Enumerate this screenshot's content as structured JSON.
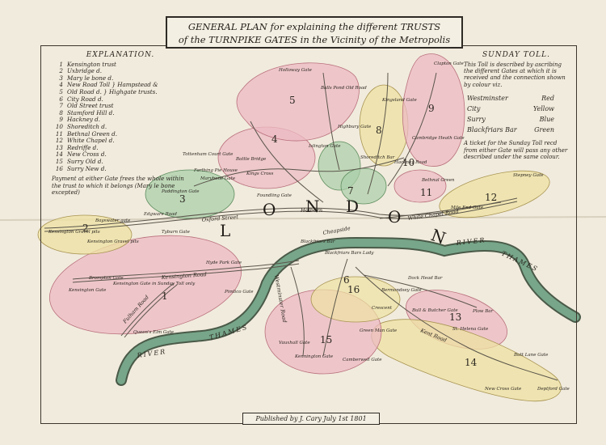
{
  "title": {
    "line1": "GENERAL PLAN for explaining the different TRUSTS",
    "line2": "of the TURNPIKE GATES in the Vicinity of the Metropolis"
  },
  "explanation": {
    "heading": "EXPLANATION.",
    "trusts": [
      {
        "num": "1",
        "name": "Kensington trust"
      },
      {
        "num": "2",
        "name": "Uxbridge d."
      },
      {
        "num": "3",
        "name": "Mary le bone d."
      },
      {
        "num": "4",
        "name": "New Road Toll } Hampstead &"
      },
      {
        "num": "5",
        "name": "Old Road d.     } Highgate trusts."
      },
      {
        "num": "6",
        "name": "City Road d."
      },
      {
        "num": "7",
        "name": "Old Street trust"
      },
      {
        "num": "8",
        "name": "Stamford Hill d."
      },
      {
        "num": "9",
        "name": "Hackney d."
      },
      {
        "num": "10",
        "name": "Shoreditch d."
      },
      {
        "num": "11",
        "name": "Bethnal Green d."
      },
      {
        "num": "12",
        "name": "White Chapel d."
      },
      {
        "num": "13",
        "name": "Redriffe d."
      },
      {
        "num": "14",
        "name": "New Cross d."
      },
      {
        "num": "15",
        "name": "Surry Old d."
      },
      {
        "num": "16",
        "name": "Surry New d."
      }
    ],
    "note": "Payment at either Gate frees the whole within the trust to which it belongs (Mary le bone excepted)"
  },
  "sunday_toll": {
    "heading": "SUNDAY TOLL.",
    "intro": "This Toll is described by ascribing the different Gates at which it is received and the connection shown by colour viz.",
    "colors": [
      {
        "district": "Westminster",
        "color": "Red"
      },
      {
        "district": "City",
        "color": "Yellow"
      },
      {
        "district": "Surry",
        "color": "Blue"
      },
      {
        "district": "Blackfriars Bar",
        "color": "Green"
      }
    ],
    "note": "A ticket for the Sunday Toll recd from either Gate will pass any other described under the same colour."
  },
  "map": {
    "city_letters": [
      "L",
      "O",
      "N",
      "D",
      "O",
      "N"
    ],
    "rivers": [
      {
        "label": "RIVER",
        "where": "west"
      },
      {
        "label": "THAMES",
        "where": "west"
      },
      {
        "label": "RIVER",
        "where": "east"
      },
      {
        "label": "THAMES",
        "where": "east"
      }
    ],
    "roads": [
      "Oxford Street",
      "Holborn",
      "White Chapel Road",
      "Kensington Road",
      "Fulham Road",
      "Kent Road",
      "Westminster Road",
      "Cheapside"
    ],
    "places": [
      "Kensington Gravel pits",
      "Bayswater gate",
      "Kensington Gravel pits",
      "Paddington Gate",
      "Tyburn Gate",
      "Edgware Road",
      "Hyde Park Gate",
      "Kensington Gate",
      "Kensington Gate in Sunday Toll only",
      "Brompton Gate",
      "Pimlico Gate",
      "Queen's Elm Gate",
      "Marybone Gate",
      "Farthing Pie House",
      "Tottenham Court Gate",
      "Battle Bridge",
      "Kings Cross",
      "Islington Gate",
      "Highbury Gate",
      "Holloway Gate",
      "Balls Pond Old Road",
      "Kingsland Gate",
      "Clapton Gate",
      "Cambridge Heath Gate",
      "Shoreditch Bar",
      "Hackney Road",
      "Bethnal Green",
      "Mile End Gate",
      "Stepney Gate",
      "Foundling Gate",
      "Blackfriars Bar",
      "Blackfriars Bars Lady",
      "Bermondsey Gate",
      "Dock Head Bar",
      "Bull & Butcher Gate",
      "Plow Bar",
      "St. Helena Gate",
      "Green Man Gate",
      "Camberwell Gate",
      "Kennington Gate",
      "Vauxhall Gate",
      "New Cross Gate",
      "Deptford Gate",
      "Butt Lane Gate",
      "Crescent"
    ],
    "zone_numbers": [
      "1",
      "2",
      "3",
      "4",
      "5",
      "6",
      "7",
      "8",
      "9",
      "10",
      "11",
      "12",
      "13",
      "14",
      "15",
      "16"
    ]
  },
  "publisher": "Published by J. Cary July 1st 1801"
}
